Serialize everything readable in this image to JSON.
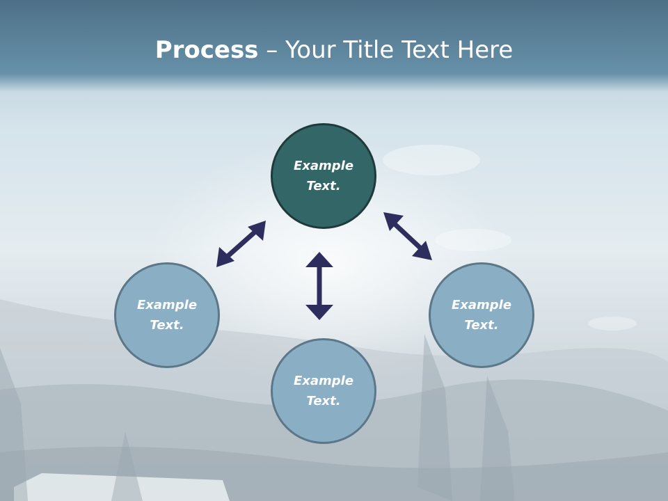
{
  "title": {
    "bold": "Process",
    "rest": " – Your Title Text Here"
  },
  "nodes": [
    {
      "id": "top",
      "label_line1": "Example",
      "label_line2": "Text."
    },
    {
      "id": "left",
      "label_line1": "Example",
      "label_line2": "Text."
    },
    {
      "id": "bottom",
      "label_line1": "Example",
      "label_line2": "Text."
    },
    {
      "id": "right",
      "label_line1": "Example",
      "label_line2": "Text."
    }
  ],
  "colors": {
    "title_bar": "#5a7f97",
    "center_node": "#336666",
    "outer_node": "#8aafc5",
    "arrow": "#2e2e5e",
    "text": "#ffffff"
  }
}
